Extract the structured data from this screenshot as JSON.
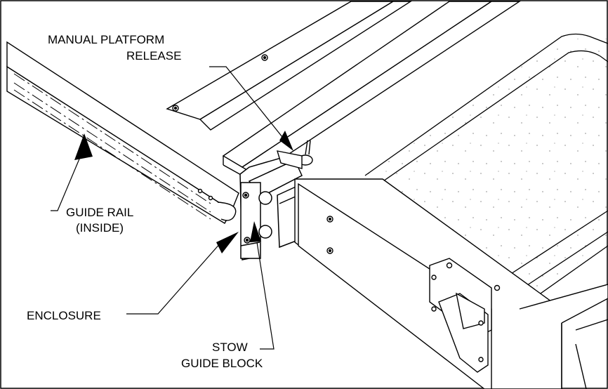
{
  "labels": {
    "manual_release_1": "MANUAL PLATFORM",
    "manual_release_2": "RELEASE",
    "guide_rail_1": "GUIDE RAIL",
    "guide_rail_2": "(INSIDE)",
    "enclosure": "ENCLOSURE",
    "stow_1": "STOW",
    "stow_2": "GUIDE BLOCK"
  },
  "colors": {
    "line": "#000000",
    "background": "#ffffff"
  }
}
